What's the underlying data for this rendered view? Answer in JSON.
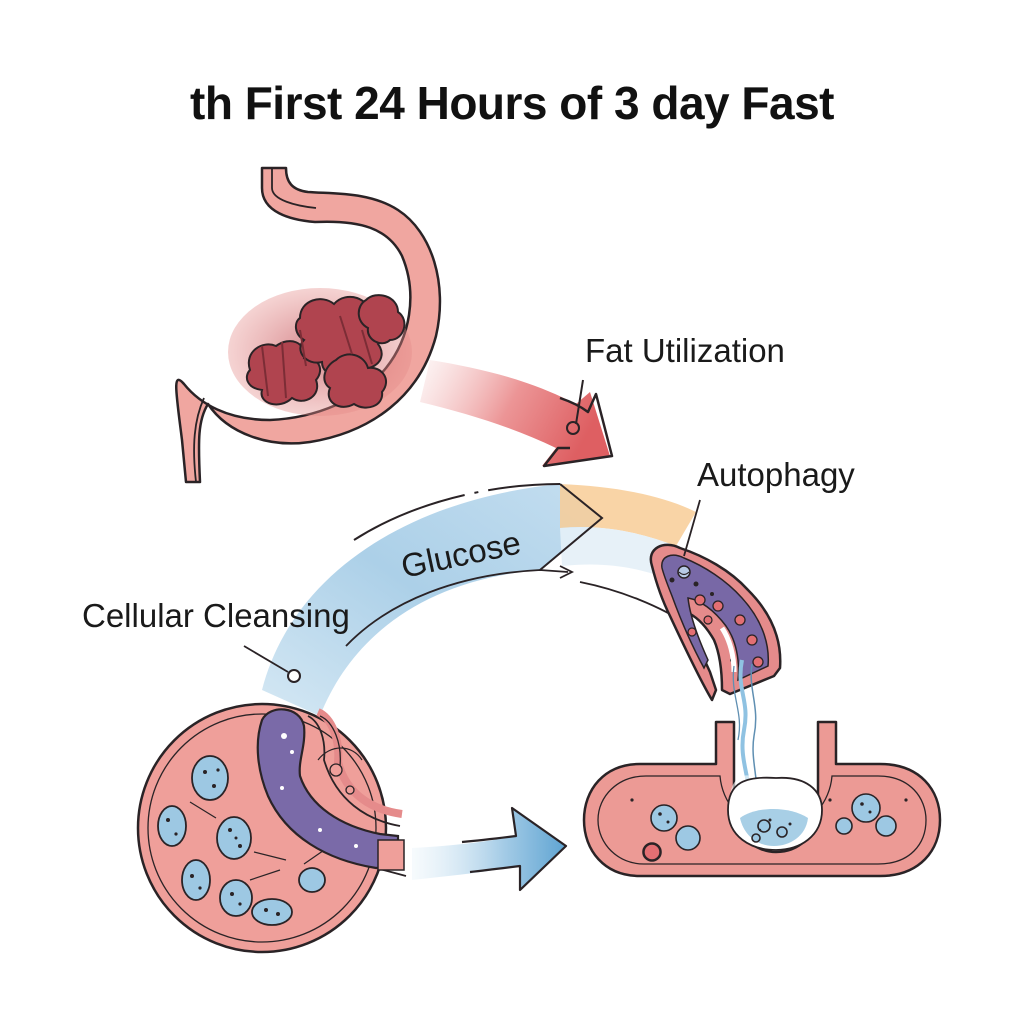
{
  "title": "th First 24 Hours of 3 day Fast",
  "labels": {
    "fat_utilization": "Fat Utilization",
    "autophagy": "Autophagy",
    "glucose": "Glucose",
    "cellular_cleansing": "Cellular Cleansing"
  },
  "colors": {
    "stomach_fill": "#efa39c",
    "stomach_contents": "#b0454f",
    "stroke": "#2a2326",
    "red_arrow": "#e06a6c",
    "blue_arrow": "#a9cde6",
    "orange_accent": "#f7c48f",
    "cell_fill": "#ec9a95",
    "purple_organelle": "#7a6aa8",
    "vesicle_blue": "#a8cfe6"
  },
  "icons": [
    "stomach-illustration",
    "cell-illustration",
    "autophagosome-illustration",
    "tubular-cell-illustration"
  ]
}
